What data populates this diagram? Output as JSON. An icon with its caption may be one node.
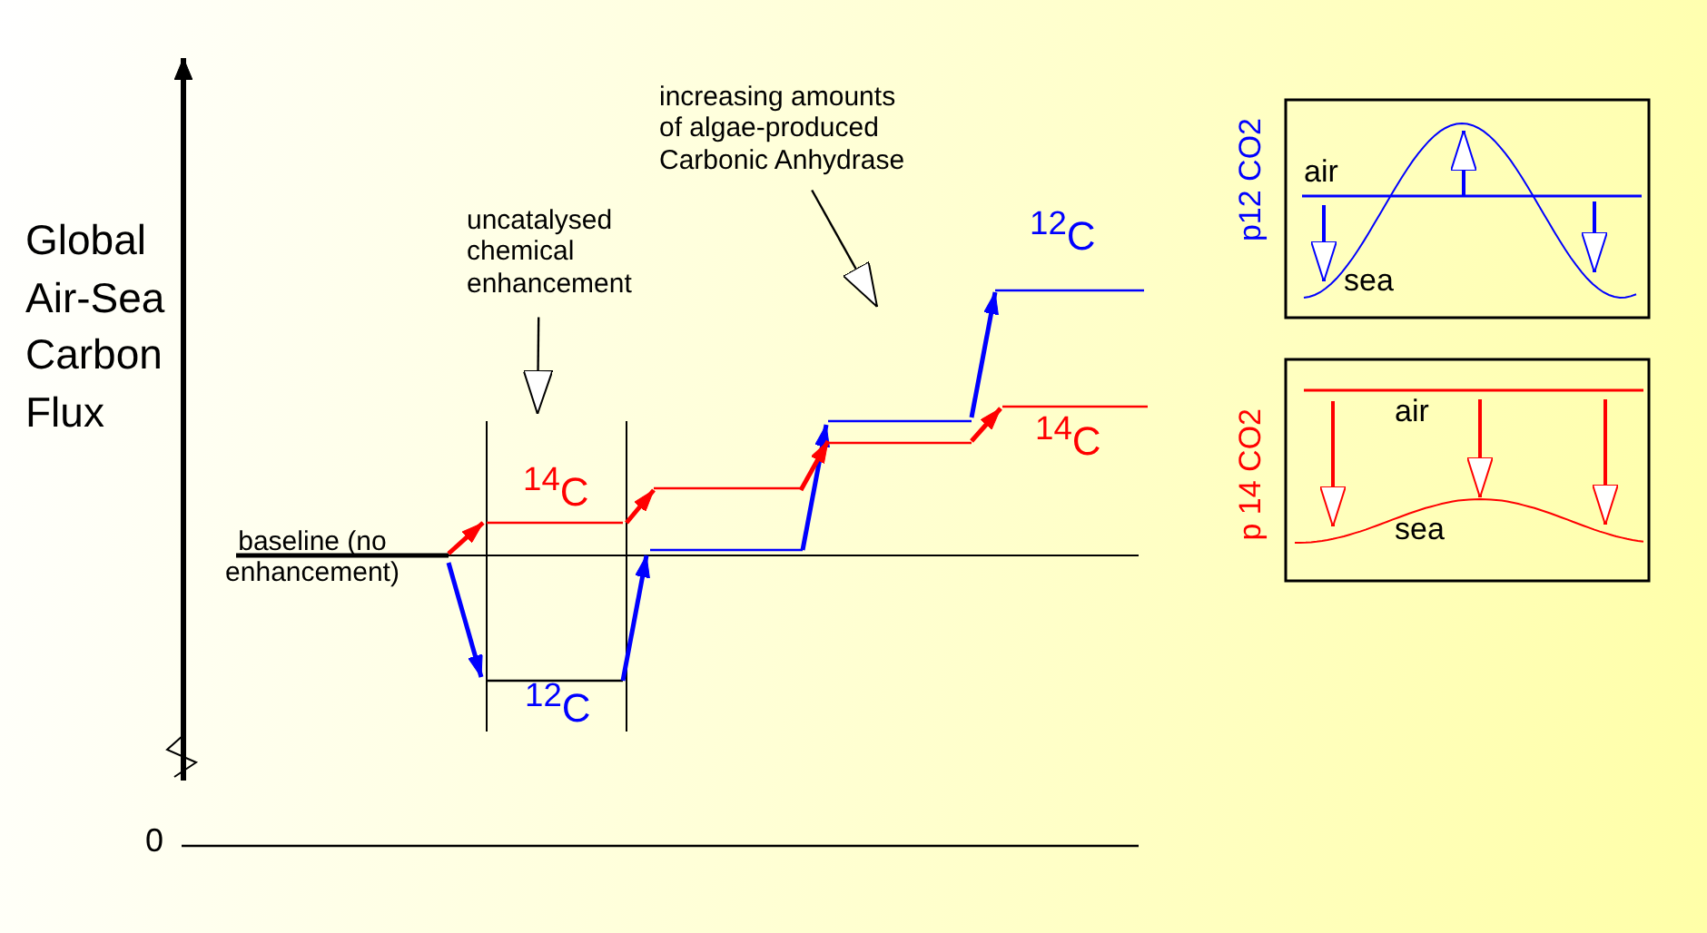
{
  "diagram": {
    "nodes": [
      {
        "text": [
          "uncatalysed chemical enhancement"
        ]
      },
      {
        "text": [
          "increasing amounts of algae-produced Carbonic Anhydrase"
        ]
      }
    ],
    "edges": [
      {
        "from": 0,
        "to": null,
        "arrow": "to"
      },
      {
        "from": 1,
        "to": null,
        "arrow": "to"
      }
    ],
    "labels": [
      "Global Air-Sea Carbon Flux",
      "$^{12}$C",
      "$^{14}$C",
      "$^{14}$C",
      "baseline (no enhancement)",
      "$^{12}$C",
      "0",
      "p12 CO2",
      "air",
      "sea",
      "p 14 CO2",
      "air",
      "sea"
    ]
  }
}
